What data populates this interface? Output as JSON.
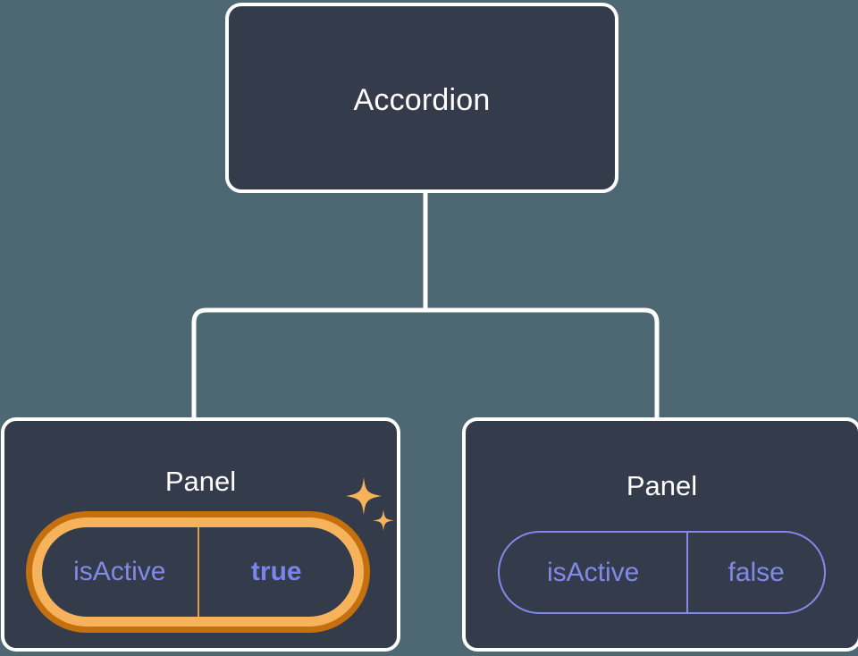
{
  "diagram": {
    "type": "component-tree",
    "root": {
      "label": "Accordion"
    },
    "children": [
      {
        "label": "Panel",
        "highlighted": true,
        "prop": {
          "key": "isActive",
          "value": "true"
        }
      },
      {
        "label": "Panel",
        "highlighted": false,
        "prop": {
          "key": "isActive",
          "value": "false"
        }
      }
    ],
    "icons": {
      "sparkle_large": "sparkle-icon",
      "sparkle_small": "sparkle-icon"
    },
    "colors": {
      "background": "#4d6872",
      "node_fill": "#343b4a",
      "node_border": "#ffffff",
      "connector": "#ffffff",
      "prop_text": "#8289e8",
      "value_text": "#7b83ef",
      "highlight_inner": "#f7b25c",
      "highlight_outer": "#c4700f",
      "sparkle": "#f7b25c"
    }
  }
}
